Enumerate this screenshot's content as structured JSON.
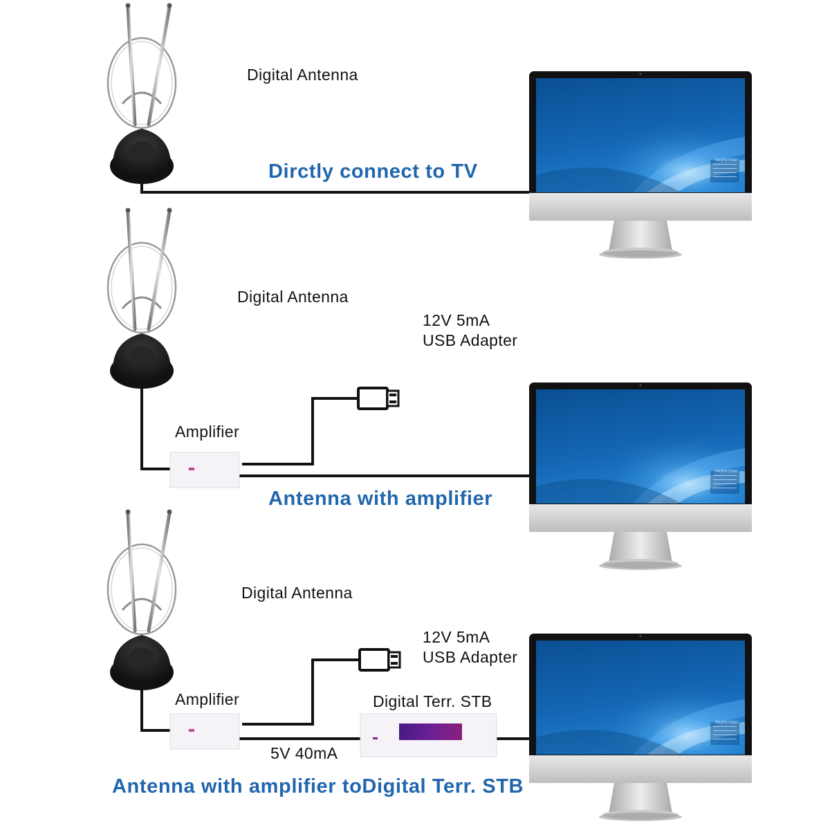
{
  "panels": [
    {
      "antenna_label": "Digital Antenna",
      "caption": "Dirctly connect to TV",
      "tv_calendar_month": "September"
    },
    {
      "antenna_label": "Digital Antenna",
      "adapter_label_line1": "12V 5mA",
      "adapter_label_line2": "USB Adapter",
      "amplifier_label": "Amplifier",
      "caption": "Antenna with amplifier",
      "tv_calendar_month": "September"
    },
    {
      "antenna_label": "Digital Antenna",
      "adapter_label_line1": "12V 5mA",
      "adapter_label_line2": "USB Adapter",
      "amplifier_label": "Amplifier",
      "stb_label": "Digital Terr. STB",
      "power_label": "5V 40mA",
      "caption": "Antenna with amplifier toDigital Terr. STB",
      "tv_calendar_month": "September"
    }
  ],
  "colors": {
    "caption": "#2166ad",
    "cable": "#111111",
    "screen_top": "#0a4f93",
    "screen_bottom": "#1b78c9",
    "stb_display": "#5a1d8c"
  }
}
